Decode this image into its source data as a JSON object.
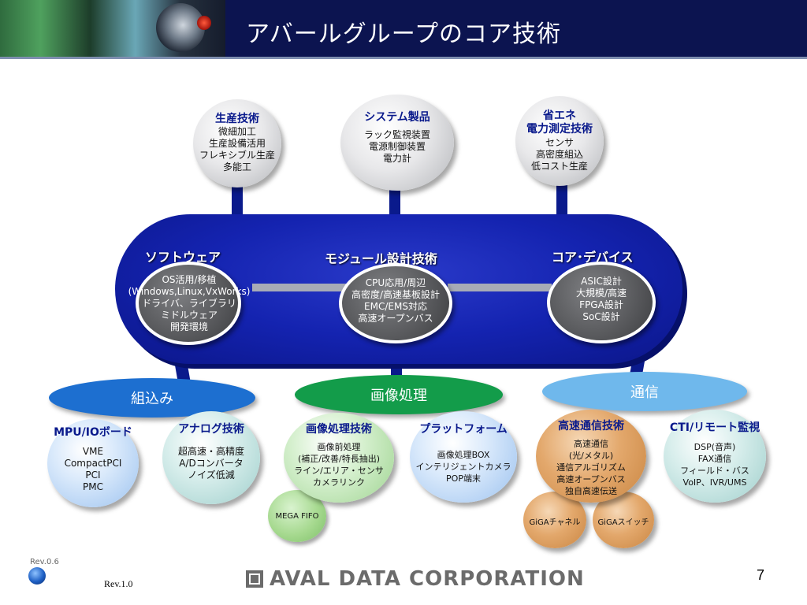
{
  "title": "アバールグループのコア技術",
  "top_nodes": [
    {
      "heading": [
        "生産技術"
      ],
      "lines": [
        "微細加工",
        "生産設備活用",
        "フレキシブル生産",
        "多能工"
      ]
    },
    {
      "heading": [
        "システム製品"
      ],
      "lines": [
        "ラック監視装置",
        "電源制御装置",
        "電力計"
      ]
    },
    {
      "heading": [
        "省エネ",
        "電力測定技術"
      ],
      "lines": [
        "センサ",
        "高密度組込",
        "低コスト生産"
      ]
    }
  ],
  "core": [
    {
      "heading": "ソフトウェア",
      "lines": [
        "OS活用/移植",
        "(Windows,Linux,VxWorks)",
        "ドライバ、ライブラリ",
        "ミドルウェア",
        "開発環境"
      ]
    },
    {
      "heading": "モジュール設計技術",
      "lines": [
        "CPU応用/周辺",
        "高密度/高速基板設計",
        "EMC/EMS対応",
        "高速オープンバス"
      ]
    },
    {
      "heading": "コア･デバイス",
      "lines": [
        "ASIC設計",
        "大規模/高速",
        "FPGA設計",
        "SoC設計"
      ]
    }
  ],
  "categories": [
    {
      "label": "組込み",
      "color": "#1d6fd0"
    },
    {
      "label": "画像処理",
      "color": "#139c4a"
    },
    {
      "label": "通信",
      "color": "#6fb8ec"
    }
  ],
  "bottom_nodes": [
    {
      "heading": "MPU/IOボード",
      "lines": [
        "VME",
        "CompactPCI",
        "PCI",
        "PMC"
      ]
    },
    {
      "heading": "アナログ技術",
      "lines": [
        "超高速・高精度",
        "A/Dコンバータ",
        "ノイズ低減"
      ]
    },
    {
      "heading": "画像処理技術",
      "lines": [
        "画像前処理",
        "(補正/改善/特長抽出)",
        "ライン/エリア・センサ",
        "カメラリンク"
      ]
    },
    {
      "heading": "プラットフォーム",
      "lines": [
        "画像処理BOX",
        "インテリジェントカメラ",
        "POP端末"
      ]
    },
    {
      "heading": "高速通信技術",
      "lines": [
        "高速通信",
        "(光/メタル)",
        "通信アルゴリズム",
        "高速オープンバス",
        "独自高速伝送"
      ]
    },
    {
      "heading": "CTI/リモート監視",
      "lines": [
        "DSP(音声)",
        "FAX通信",
        "フィールド・バス",
        "VoIP、IVR/UMS"
      ]
    }
  ],
  "small_nodes": [
    "MEGA FIFO",
    "GiGAチャネル",
    "GiGAスイッチ"
  ],
  "footer": {
    "rev_small": "Rev.0.6",
    "rev": "Rev.1.0",
    "logo": "AVAL DATA CORPORATION",
    "page": "7"
  },
  "colors": {
    "header": "#0c1450",
    "pill": "#1423b0",
    "heading_text": "#0a1a8c"
  }
}
